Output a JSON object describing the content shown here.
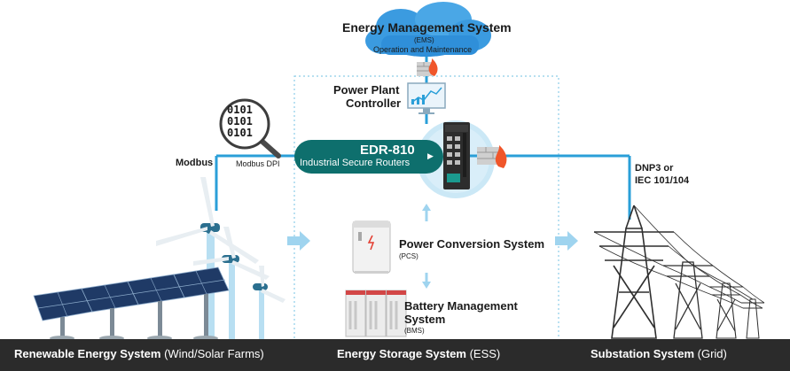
{
  "ems": {
    "title": "Energy Management System",
    "abbr": "(EMS)",
    "subtitle": "Operation and Maintenance"
  },
  "controller": {
    "line1": "Power Plant",
    "line2": "Controller"
  },
  "router": {
    "model": "EDR-810",
    "description": "Industrial Secure Routers"
  },
  "dpi": {
    "glyphs": "0101\n0101\n0101",
    "label": "Modbus DPI"
  },
  "protocols": {
    "modbus": "Modbus",
    "grid_line1": "DNP3 or",
    "grid_line2": "IEC 101/104"
  },
  "pcs": {
    "title": "Power Conversion System",
    "abbr": "(PCS)"
  },
  "bms": {
    "line1": "Battery Management",
    "line2": "System",
    "abbr": "(BMS)"
  },
  "footer": {
    "renewable": {
      "bold": "Renewable Energy System",
      "rest": " (Wind/Solar Farms)"
    },
    "ess": {
      "bold": "Energy Storage System",
      "rest": " (ESS)"
    },
    "substation": {
      "bold": "Substation System",
      "rest": " (Grid)"
    }
  },
  "colors": {
    "accent_blue": "#2a9fd8",
    "router_teal": "#0e6f6d",
    "cloud_blue": "#2f8fd9",
    "arrow_light": "#9fd4ef",
    "bar_dark": "#2b2b2b",
    "firewall_flame": "#f0562a"
  }
}
